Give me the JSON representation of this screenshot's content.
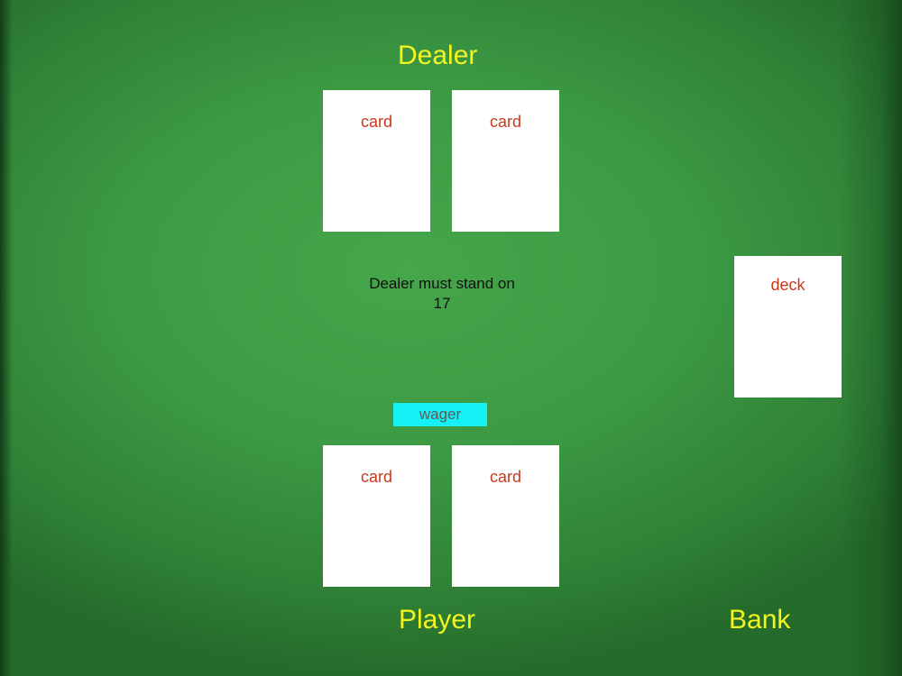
{
  "table": {
    "felt_color": "#3d9a43",
    "dealer_label": "Dealer",
    "player_label": "Player",
    "bank_label": "Bank",
    "label_color": "#f3f51f",
    "rule_text": "Dealer must stand on 17",
    "wager_label": "wager",
    "wager_color": "#14f0f3"
  },
  "dealer_hand": {
    "cards": [
      {
        "label": "card"
      },
      {
        "label": "card"
      }
    ]
  },
  "player_hand": {
    "cards": [
      {
        "label": "card"
      },
      {
        "label": "card"
      }
    ]
  },
  "deck": {
    "label": "deck"
  }
}
